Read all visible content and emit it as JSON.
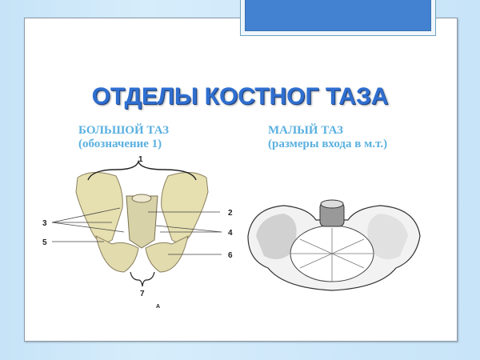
{
  "slide": {
    "title": "ОТДЕЛЫ КОСТНОГ ТАЗА",
    "left_heading": {
      "line1": "БОЛЬШОЙ ТАЗ",
      "line2": "(обозначение 1)"
    },
    "right_heading": {
      "line1": "МАЛЫЙ ТАЗ",
      "line2": "(размеры входа в м.т.)"
    },
    "left_figure": {
      "labels": [
        "1",
        "2",
        "3",
        "4",
        "5",
        "6",
        "7"
      ],
      "caption": "А"
    },
    "colors": {
      "title": "#2f6fd0",
      "subheading": "#5ab0e0",
      "accent_box": "#4382d0",
      "background": "#cfe8fa"
    }
  }
}
